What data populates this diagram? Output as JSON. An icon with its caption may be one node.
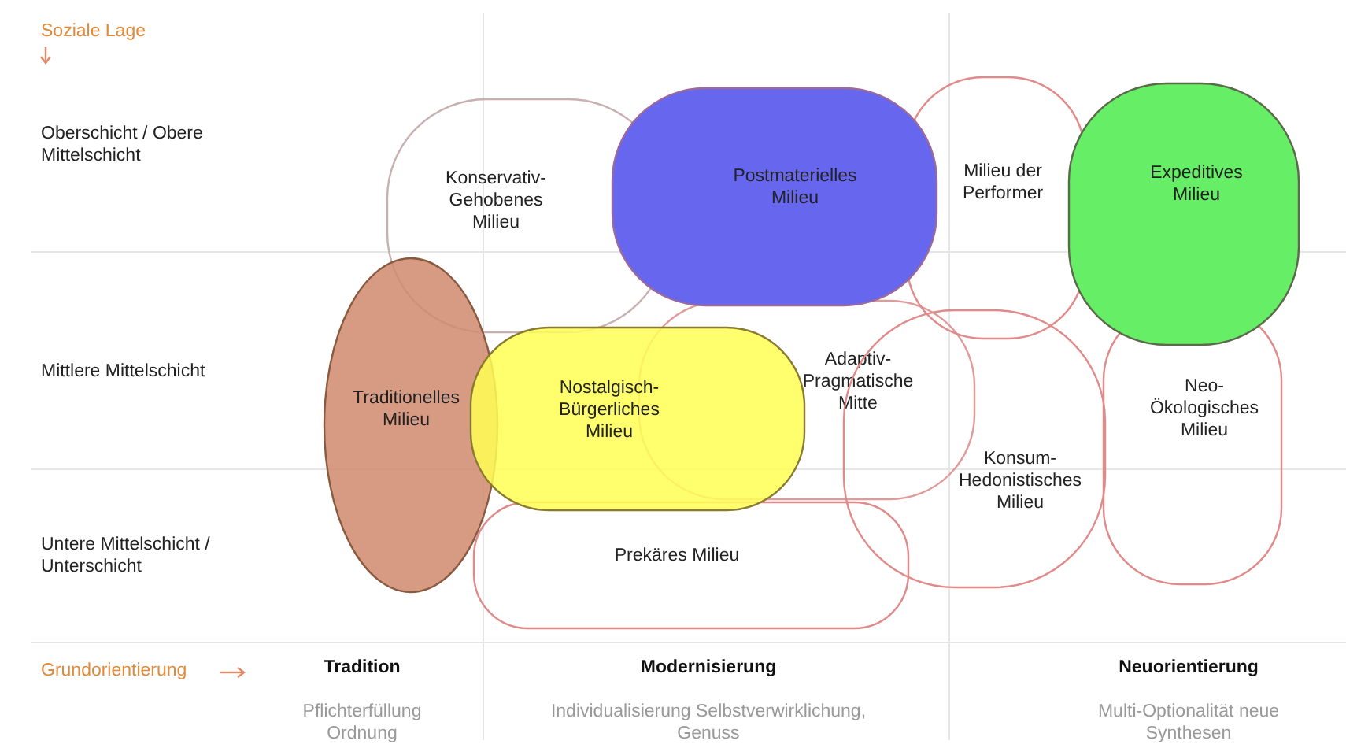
{
  "diagram": {
    "nodes": [
      {
        "text": [
          "Konservativ-Gehobenes Milieu"
        ]
      },
      {
        "text": [
          "Postmaterielles Milieu"
        ]
      },
      {
        "text": [
          "Milieu der Performer"
        ]
      },
      {
        "text": [
          "Expeditives Milieu"
        ]
      },
      {
        "text": [
          "Traditionelles Milieu"
        ]
      },
      {
        "text": [
          "Nostalgisch-Bürgerliches Milieu"
        ]
      },
      {
        "text": [
          "Adaptiv-Pragmatische Mitte"
        ]
      },
      {
        "text": [
          "Neo-Ökologisches Milieu"
        ]
      },
      {
        "text": [
          "Konsum-Hedonistisches Milieu"
        ]
      },
      {
        "text": [
          "Prekäres Milieu"
        ]
      }
    ],
    "edges": [],
    "labels": [
      "Soziale Lage",
      "Oberschicht / Obere Mittelschicht",
      "Mittlere Mittelschicht",
      "Untere Mittelschicht / Unterschicht",
      "Grundorientierung",
      "Tradition",
      "Modernisierung",
      "Neuorientierung",
      "Pflichterfüllung Ordnung",
      "Individualisierung Selbstverwirklichung, Genuss",
      "Multi-Optionalität neue Synthesen"
    ]
  }
}
